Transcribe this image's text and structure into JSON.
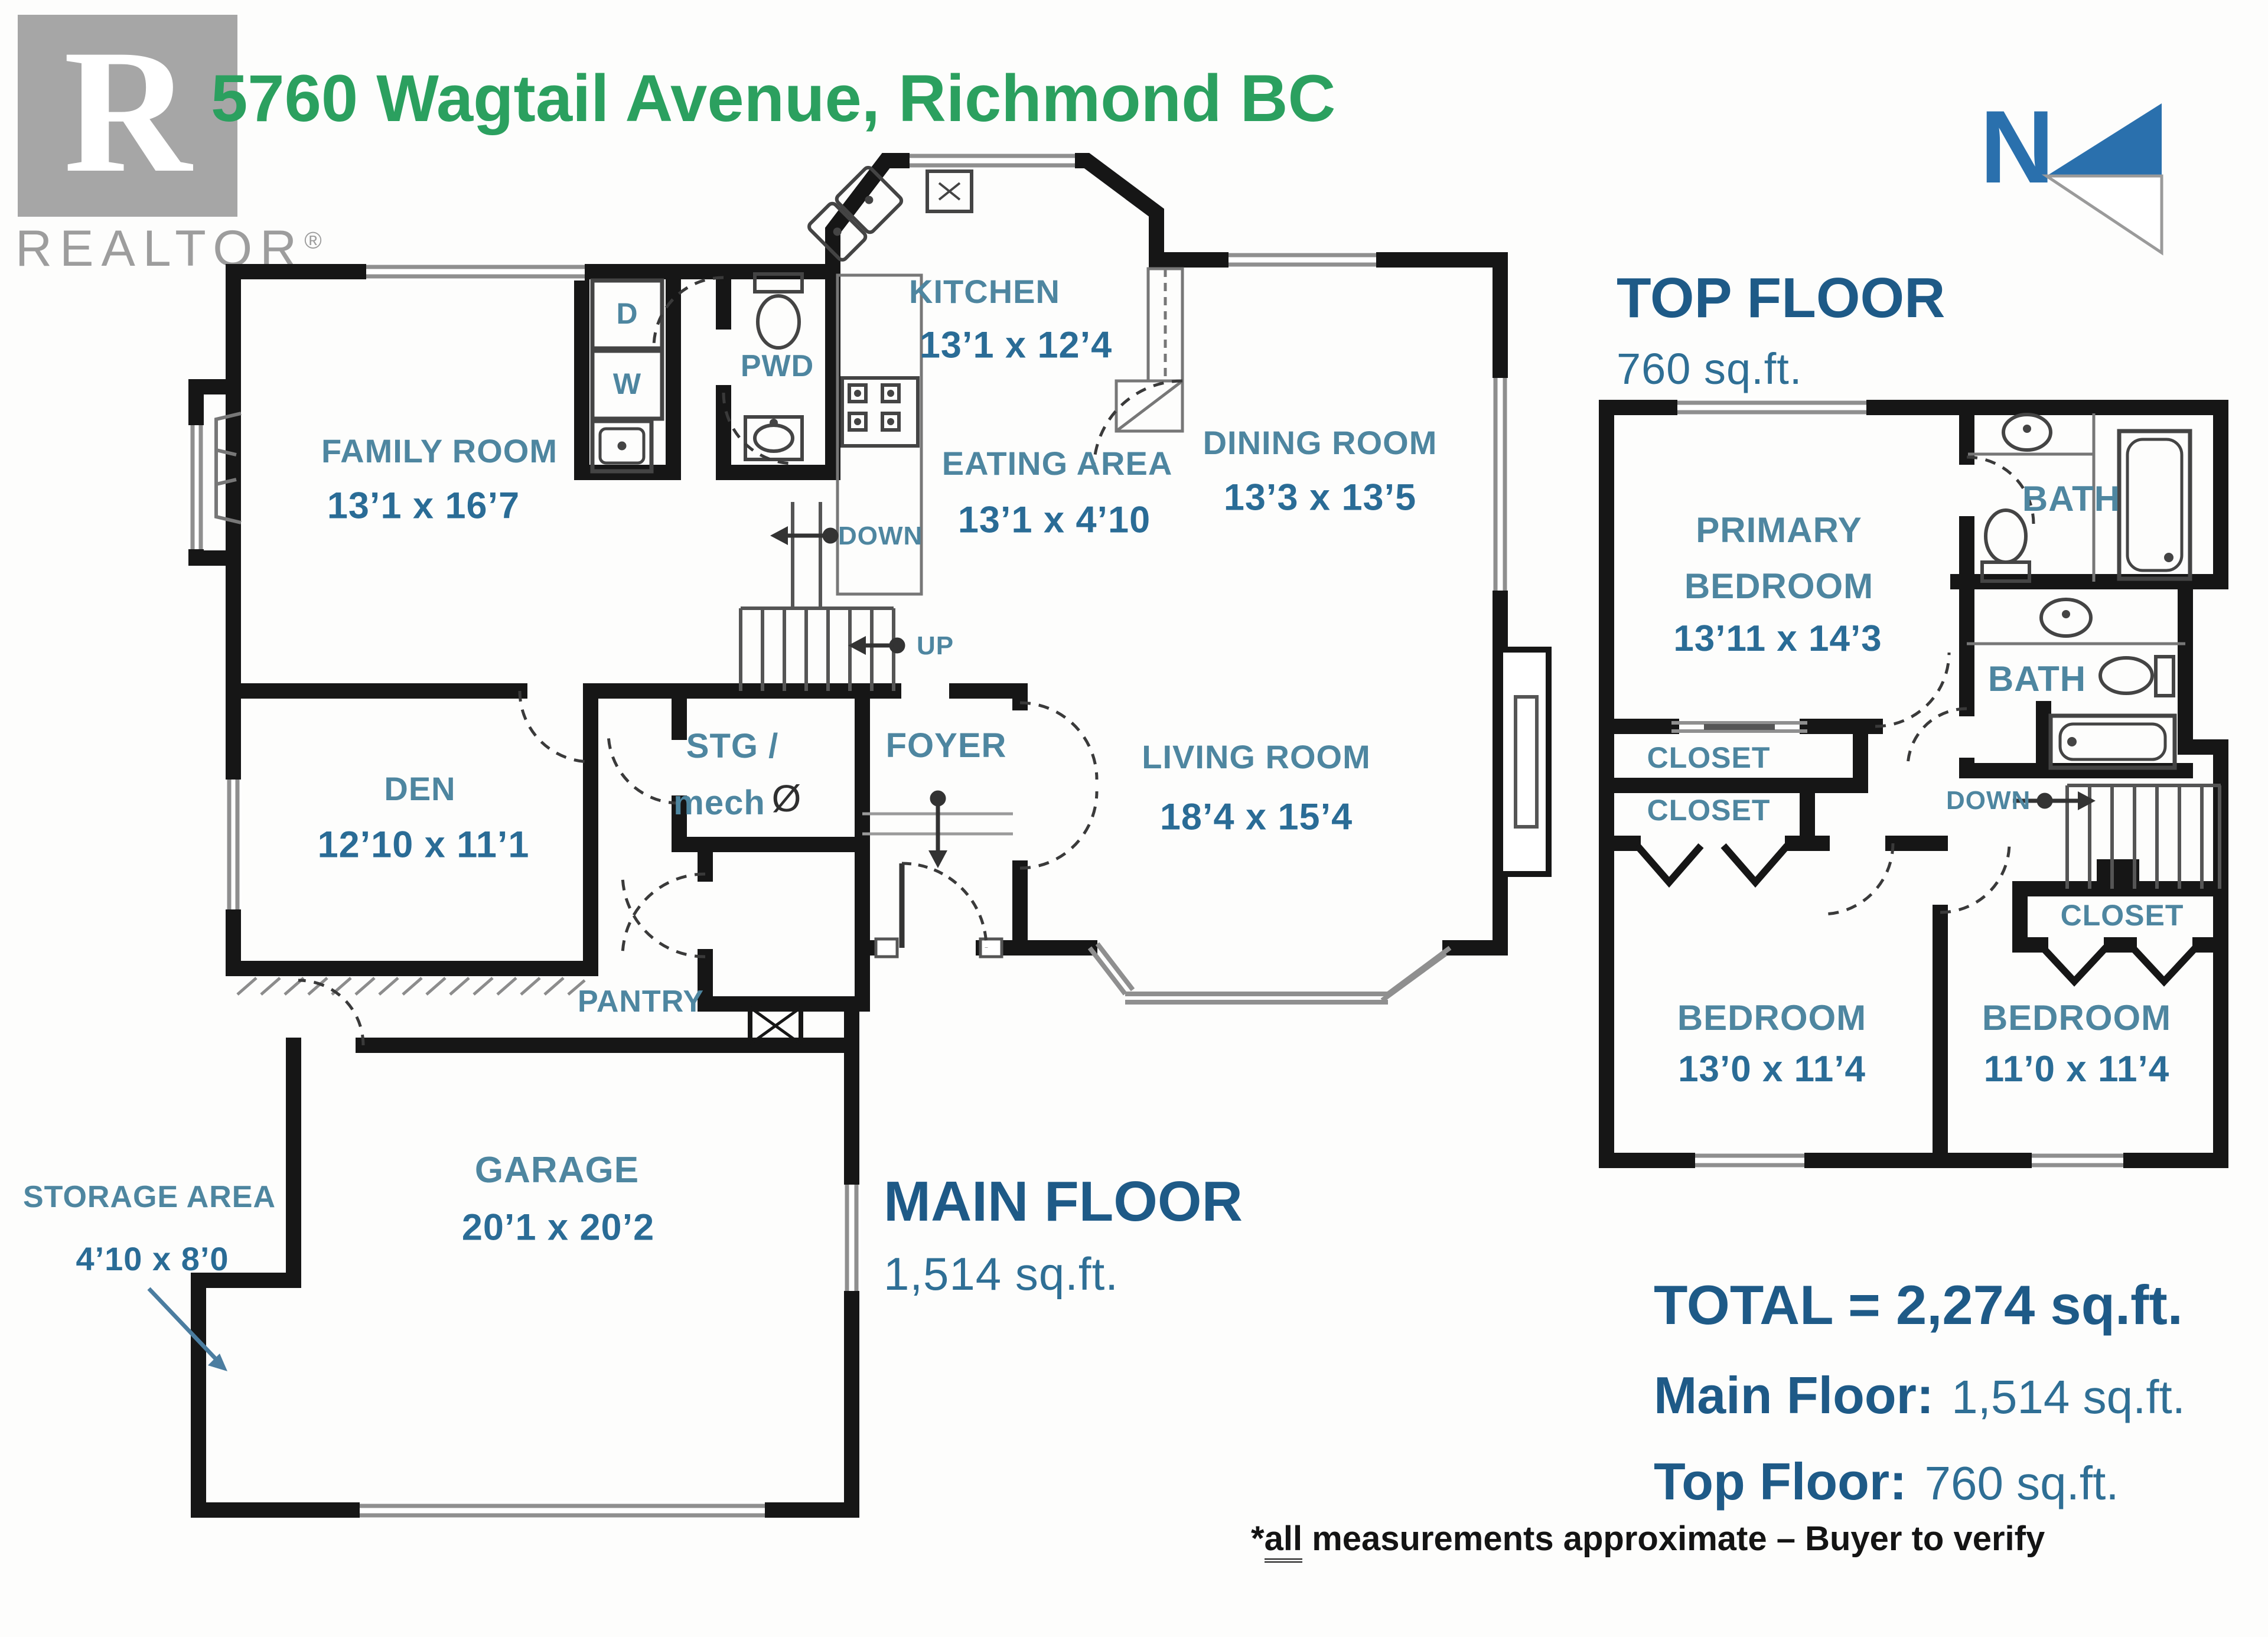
{
  "header": {
    "address": "5760 Wagtail Avenue, Richmond BC",
    "logo": {
      "letter": "R",
      "wordmark": "REALTOR",
      "registered_mark": "®"
    },
    "compass_n": "N"
  },
  "main_floor": {
    "heading": "MAIN FLOOR",
    "area": "1,514 sq.ft.",
    "rooms": {
      "family_room": {
        "name": "FAMILY ROOM",
        "dims": "13’1 x 16’7"
      },
      "kitchen": {
        "name": "KITCHEN",
        "dims": "13’1 x 12’4"
      },
      "eating_area": {
        "name": "EATING AREA",
        "dims": "13’1 x 4’10"
      },
      "dining_room": {
        "name": "DINING ROOM",
        "dims": "13’3 x 13’5"
      },
      "den": {
        "name": "DEN",
        "dims": "12’10 x 11’1"
      },
      "living_room": {
        "name": "LIVING ROOM",
        "dims": "18’4 x 15’4"
      },
      "garage": {
        "name": "GARAGE",
        "dims": "20’1 x 20’2"
      },
      "storage_area": {
        "name": "STORAGE AREA",
        "dims": "4’10 x 8’0"
      },
      "pwd": "PWD",
      "pantry": "PANTRY",
      "foyer": "FOYER",
      "dryer": "D",
      "washer": "W"
    },
    "stg_mech": {
      "line1": "STG /",
      "line2": "mech",
      "symbol": "Ø"
    },
    "stairs": {
      "down": "DOWN",
      "up": "UP"
    }
  },
  "top_floor": {
    "heading": "TOP FLOOR",
    "area": "760 sq.ft.",
    "rooms": {
      "primary_bedroom": {
        "name_line1": "PRIMARY",
        "name_line2": "BEDROOM",
        "dims": "13’11 x 14’3"
      },
      "bath_ensuite": "BATH",
      "bath_main": "BATH",
      "closet_primary": "CLOSET",
      "closet_left": "CLOSET",
      "closet_right": "CLOSET",
      "bedroom_left": {
        "name": "BEDROOM",
        "dims": "13’0 x 11’4"
      },
      "bedroom_right": {
        "name": "BEDROOM",
        "dims": "11’0 x 11’4"
      }
    },
    "stairs": {
      "down": "DOWN"
    }
  },
  "summary": {
    "total": "TOTAL = 2,274 sq.ft.",
    "main_floor_label": "Main Floor:",
    "main_floor_value": "1,514 sq.ft.",
    "top_floor_label": "Top Floor:",
    "top_floor_value": "760 sq.ft."
  },
  "disclaimer": {
    "prefix": "*",
    "underlined": "all",
    "rest": " measurements approximate – Buyer to verify"
  },
  "colors": {
    "address_green": "#2ba05f",
    "room_label_blue": "#4e86a0",
    "dimension_blue": "#2a6c96",
    "heading_blue": "#1e5a87",
    "compass_blue": "#2a70ad",
    "wall_black": "#161616",
    "logo_gray": "#a6a6a6"
  }
}
